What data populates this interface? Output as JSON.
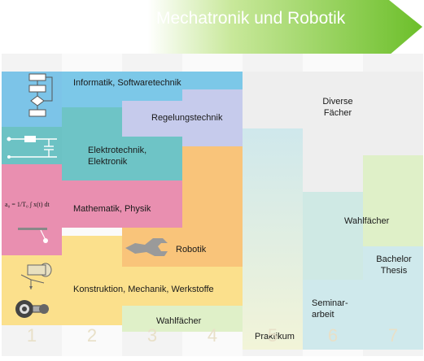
{
  "header": {
    "title": "Mechatronik und Robotik"
  },
  "blocks": {
    "informatik": "Informatik,  Softwaretechnik",
    "regelung": "Regelungstechnik",
    "elektro": "Elektrotechnik,\nElektronik",
    "mathe": "Mathematik, Physik",
    "robotik": "Robotik",
    "konstruktion": "Konstruktion, Mechanik, Werkstoffe",
    "wahl1": "Wahlfächer",
    "praktikum": "Praktikum",
    "seminar": "Seminar-\narbeit",
    "diverse": "Diverse\nFächer",
    "wahl2": "Wahlfächer",
    "bachelor": "Bachelor\nThesis"
  },
  "semesters": [
    "1",
    "2",
    "3",
    "4",
    "5",
    "6",
    "7"
  ],
  "formula": "a₀ = 1/T₀ ∫ x(t) dt",
  "colors": {
    "header_green": "#7ec832",
    "blue": "#7cc8e0",
    "teal": "#5fbcc0",
    "pink": "#e688aa",
    "yellow": "#fbdf8c",
    "orange": "#f8c47a",
    "lavender": "#c5cbea",
    "lightteal": "#bfe4e4",
    "lightgray": "#f2f2f2",
    "lightgreen": "#dff0c4"
  }
}
